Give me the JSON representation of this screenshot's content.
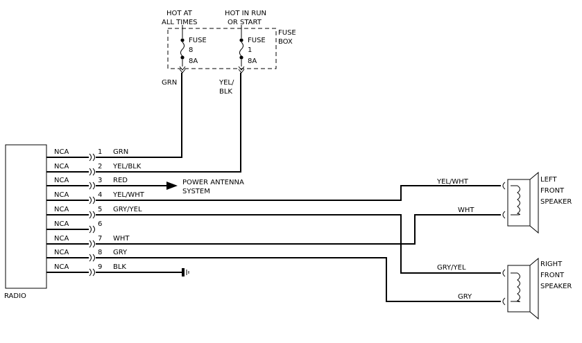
{
  "fuse_box": {
    "label_line1": "FUSE",
    "label_line2": "BOX",
    "hot_at_all_times_line1": "HOT AT",
    "hot_at_all_times_line2": "ALL TIMES",
    "hot_in_run_line1": "HOT IN RUN",
    "hot_in_run_line2": "OR START",
    "fuse8": {
      "line1": "FUSE",
      "line2": "8",
      "line3": "8A"
    },
    "fuse1": {
      "line1": "FUSE",
      "line2": "1",
      "line3": "8A"
    },
    "wire_grn": "GRN",
    "wire_yelblk_line1": "YEL/",
    "wire_yelblk_line2": "BLK"
  },
  "radio": {
    "label": "RADIO",
    "pins": [
      {
        "nca": "NCA",
        "num": "1",
        "wire": "GRN"
      },
      {
        "nca": "NCA",
        "num": "2",
        "wire": "YEL/BLK"
      },
      {
        "nca": "NCA",
        "num": "3",
        "wire": "RED"
      },
      {
        "nca": "NCA",
        "num": "4",
        "wire": "YEL/WHT"
      },
      {
        "nca": "NCA",
        "num": "5",
        "wire": "GRY/YEL"
      },
      {
        "nca": "NCA",
        "num": "6",
        "wire": ""
      },
      {
        "nca": "NCA",
        "num": "7",
        "wire": "WHT"
      },
      {
        "nca": "NCA",
        "num": "8",
        "wire": "GRY"
      },
      {
        "nca": "NCA",
        "num": "9",
        "wire": "BLK"
      }
    ]
  },
  "power_antenna": {
    "line1": "POWER ANTENNA",
    "line2": "SYSTEM"
  },
  "left_speaker": {
    "line1": "LEFT",
    "line2": "FRONT",
    "line3": "SPEAKER",
    "wire_top": "YEL/WHT",
    "wire_bottom": "WHT"
  },
  "right_speaker": {
    "line1": "RIGHT",
    "line2": "FRONT",
    "line3": "SPEAKER",
    "wire_top": "GRY/YEL",
    "wire_bottom": "GRY"
  }
}
